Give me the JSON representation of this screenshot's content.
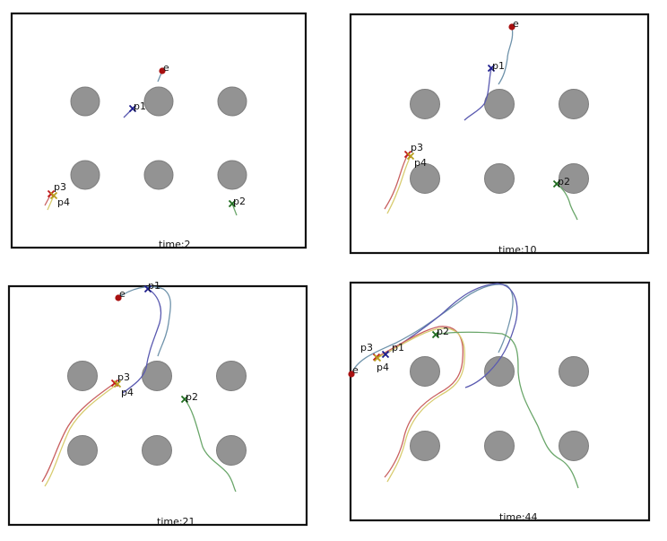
{
  "colors": {
    "p1": "#1c1c8c",
    "p1_trail": "#5a5ab0",
    "p2": "#1d6b1d",
    "p2_trail": "#6aa66a",
    "p3": "#c01818",
    "p3_trail": "#c86060",
    "p4": "#b8a020",
    "p4_trail": "#d8cc70",
    "e": "#a81010",
    "e_trail": "#6f93ab",
    "obstacle": "#939393"
  },
  "panels": [
    {
      "time_label": "time:2",
      "labels": {
        "e": "e",
        "p1": "p1",
        "p2": "p2",
        "p3": "p3",
        "p4": "p4"
      }
    },
    {
      "time_label": "time:10",
      "labels": {
        "e": "e",
        "p1": "p1",
        "p2": "p2",
        "p3": "p3",
        "p4": "p4"
      }
    },
    {
      "time_label": "time:21",
      "labels": {
        "e": "e",
        "p1": "p1",
        "p2": "p2",
        "p3": "p3",
        "p4": "p4"
      }
    },
    {
      "time_label": "time:44",
      "labels": {
        "e": "e",
        "p1": "p1",
        "p2": "p2",
        "p3": "p3",
        "p4": "p4"
      }
    }
  ]
}
